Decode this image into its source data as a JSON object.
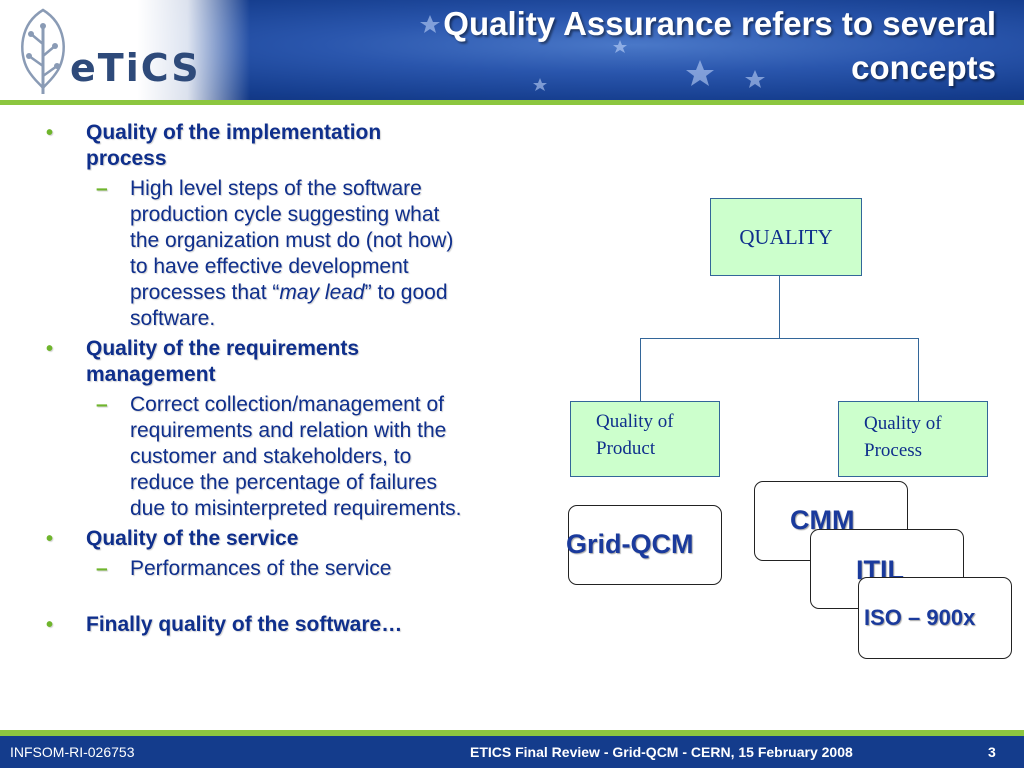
{
  "slide": {
    "title_line1": "Quality Assurance refers to several",
    "title_line2": "concepts",
    "logo_text": "eTiCS"
  },
  "bullets": [
    {
      "heading_lines": [
        "Quality of the implementation",
        "process"
      ],
      "sub": [
        {
          "lines": [
            "High level steps of the software",
            "production cycle suggesting what",
            "the organization must do (not how)",
            "to have effective development"
          ],
          "last_line_prefix": "processes that “",
          "last_line_italic": "may lead",
          "last_line_suffix": "” to good",
          "tail_line": "software."
        }
      ]
    },
    {
      "heading_lines": [
        "Quality of the requirements",
        "management"
      ],
      "sub": [
        {
          "lines": [
            "Correct collection/management of",
            "requirements and relation with the",
            "customer and stakeholders, to",
            "reduce the percentage of failures",
            "due to misinterpreted requirements."
          ]
        }
      ]
    },
    {
      "heading_lines": [
        "Quality of the service"
      ],
      "sub": [
        {
          "lines": [
            "Performances of the service"
          ]
        }
      ]
    },
    {
      "heading_lines": [
        "Finally quality of the software…"
      ],
      "sub": []
    }
  ],
  "diagram": {
    "root": "QUALITY",
    "product_line1": "Quality of",
    "product_line2": "Product",
    "process_line1": "Quality of",
    "process_line2": "Process",
    "grid_qcm": "Grid-QCM",
    "cmm": "CMM",
    "itil": "ITIL",
    "iso": "ISO – 900x"
  },
  "footer": {
    "left": "INFSOM-RI-026753",
    "center": "ETICS Final Review - Grid-QCM - CERN, 15 February 2008",
    "page": "3"
  },
  "colors": {
    "header_blue": "#143c8c",
    "accent_green": "#8cc63f",
    "text_blue": "#0f2f8c",
    "box_fill": "#ccffcc"
  },
  "icons": {
    "logo": "etics-leaf-logo-icon",
    "bullet": "bullet-dot-icon",
    "dash": "dash-icon"
  }
}
